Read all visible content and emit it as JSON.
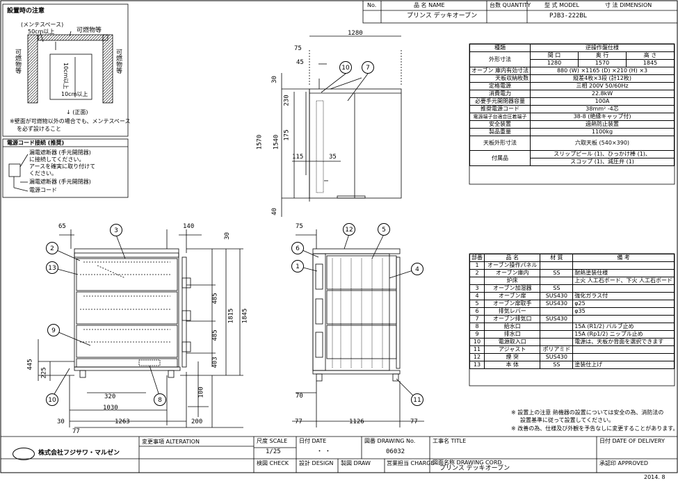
{
  "header": {
    "no_label": "No.",
    "name_label": "品 名 NAME",
    "qty_label": "台数 QUANTITY",
    "model_label": "型 式 MODEL",
    "dim_label": "寸 法 DIMENSION",
    "product_name": "プリンス デッキオーブン",
    "model": "PJB3-222BL"
  },
  "install_note": {
    "title": "設置時の注意",
    "maint": "(メンテスペース)",
    "d50": "50cm以上",
    "flammable_top": "可燃物等",
    "flammable_left": "可燃物等",
    "flammable_right": "可燃物等",
    "d10a": "10cm以上",
    "d10b": "10cm以上",
    "front": "↓ (正面)",
    "note1": "※壁面が可燃物以外の場合でも、メンテスペース",
    "note2": "を必ず設けること"
  },
  "power_note": {
    "title": "電源コード接続 (推奨)",
    "l1": "漏電遮断器 (手元開閉器)",
    "l2": "に接続してください。",
    "l3": "アースを確実に取り付けて",
    "l4": "ください。",
    "l5": "漏電遮断器 (手元開閉器)",
    "l6": "電源コード"
  },
  "spec_table": {
    "rows": [
      [
        "種類",
        "逆操作盤仕様"
      ],
      [
        "外形寸法",
        "間 口 | 奥 行 | 高 さ"
      ],
      [
        "",
        "1280 | 1570 | 1845"
      ],
      [
        "庫内有効寸法",
        "880 (W) ×1165 (D) ×210 (H) ×3"
      ],
      [
        "天板収納枚数",
        "縦差4枚×3段 (計12枚)"
      ],
      [
        "定格電源",
        "三相 200V 50/60Hz"
      ],
      [
        "消費電力",
        "22.8kW"
      ],
      [
        "必要手元開閉器容量",
        "100A"
      ],
      [
        "推奨電源コード",
        "38mm² -4芯"
      ],
      [
        "電源端子台適合圧着端子",
        "38-8 (絶縁キャップ付)"
      ],
      [
        "安全装置",
        "過熱防止装置"
      ],
      [
        "製品重量",
        "1100kg"
      ],
      [
        "天板外形寸法",
        "六取天板 (540×390)"
      ],
      [
        "付属品",
        "スリップピール (1)、ひっかけ棒 (1)、"
      ],
      [
        "",
        "スコップ (1)、減圧弁 (1)"
      ]
    ],
    "oven_label": "オーブン",
    "w_label": "間 口",
    "d_label": "奥 行",
    "h_label": "高 さ",
    "w": "1280",
    "d": "1570",
    "h": "1845"
  },
  "parts_table": {
    "headers": [
      "部番",
      "品 名",
      "材 質",
      "備 考"
    ],
    "rows": [
      [
        "1",
        "オーブン操作パネル",
        "",
        ""
      ],
      [
        "2",
        "オーブン庫内",
        "SS",
        "耐熱塗装仕様"
      ],
      [
        "",
        "炉床",
        "",
        "上火 人工石ボード、下火 人工石ボード"
      ],
      [
        "3",
        "オーブン加湿器",
        "SS",
        ""
      ],
      [
        "4",
        "オーブン扉",
        "SUS430",
        "強化ガラス付"
      ],
      [
        "5",
        "オーブン扉取手",
        "SUS430",
        "φ25"
      ],
      [
        "6",
        "排気レバー",
        "",
        "φ35"
      ],
      [
        "7",
        "オーブン排気口",
        "SUS430",
        ""
      ],
      [
        "8",
        "給水口",
        "",
        "15A (R1/2) バルブ止め"
      ],
      [
        "9",
        "排水口",
        "",
        "15A (Rp1/2) ニップル止め"
      ],
      [
        "10",
        "電源取入口",
        "",
        "電源は、天板か背面を選択できます"
      ],
      [
        "11",
        "アジャスト",
        "ポリアミド",
        ""
      ],
      [
        "12",
        "煙 突",
        "SUS430",
        ""
      ],
      [
        "13",
        "本 体",
        "SS",
        "塗装仕上げ"
      ]
    ]
  },
  "notes": {
    "n1": "※ 設置上の注意 熱機器の設置については安全の為、消防法の",
    "n2": "設置基準に従って設置してください。",
    "n3": "※ 改善の為、仕様及び外観を予告なしに変更することがあります。"
  },
  "dims": {
    "top_1280": "1280",
    "top_75": "75",
    "top_45": "45",
    "top_30": "30",
    "top_230": "230",
    "top_175": "175",
    "top_1570": "1570",
    "top_1540": "1540",
    "top_115": "115",
    "top_35": "35",
    "top_40": "40",
    "f_65": "65",
    "f_140": "140",
    "f_30": "30",
    "f_485a": "485",
    "f_485b": "485",
    "f_403": "403",
    "f_1815": "1815",
    "f_1845": "1845",
    "f_445": "445",
    "f_225": "225",
    "f_320": "320",
    "f_1030": "1030",
    "f_1263": "1263",
    "f_200": "200",
    "f_100": "100",
    "f_30b": "30",
    "f_77": "77",
    "s_75": "75",
    "s_70": "70",
    "s_77a": "77",
    "s_1126": "1126",
    "s_77b": "77"
  },
  "balloons": [
    "10",
    "7",
    "3",
    "2",
    "13",
    "9",
    "10",
    "8",
    "12",
    "5",
    "6",
    "1",
    "4",
    "11"
  ],
  "titleblock": {
    "company": "株式会社フジサワ・マルゼン",
    "alteration": "変更事項 ALTERATION",
    "scale_label": "尺度 SCALE",
    "scale": "1/25",
    "date_label": "日付 DATE",
    "date_val": "・    ・",
    "drawing_no_label": "図番 DRAWING No.",
    "drawing_no": "06032",
    "title_label": "工事名 TITLE",
    "delivery_label": "日付 DATE OF DELIVERY",
    "check_label": "検図 CHECK",
    "design_label": "設計 DESIGN",
    "draw_label": "製図 DRAW",
    "charge_label": "営業担当 CHARGE",
    "drawing_cord_label": "図面名称 DRAWING CORD",
    "drawing_name": "プリンス デッキオーブン",
    "approved_label": "承認印 APPROVED",
    "footer_date": "2014. 8"
  }
}
